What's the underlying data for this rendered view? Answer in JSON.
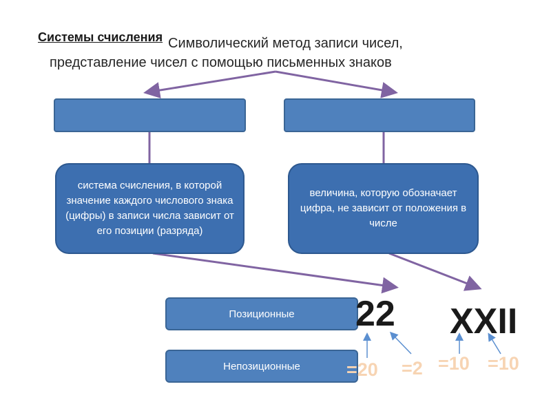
{
  "title": "Системы счисления",
  "definition": {
    "line1": "Символический метод записи чисел,",
    "line2": "представление чисел с помощью письменных знаков"
  },
  "header_boxes": {
    "left": "",
    "right": ""
  },
  "descriptions": {
    "left": "система счисления, в которой значение каждого числового знака (цифры) в записи числа зависит от его позиции (разряда)",
    "right": "величина, которую обозначает цифра, не зависит от положения в числе"
  },
  "types": {
    "positional": "Позиционные",
    "nonpositional": "Непозиционные"
  },
  "examples": {
    "arabic": "22",
    "roman": "XXII",
    "arabic_parts": [
      "=20",
      "=2"
    ],
    "roman_parts": [
      "=10",
      "=10"
    ]
  },
  "colors": {
    "box_fill": "#4f81bd",
    "arrow": "#8064a2",
    "faded_value": "#f7d4b3"
  }
}
